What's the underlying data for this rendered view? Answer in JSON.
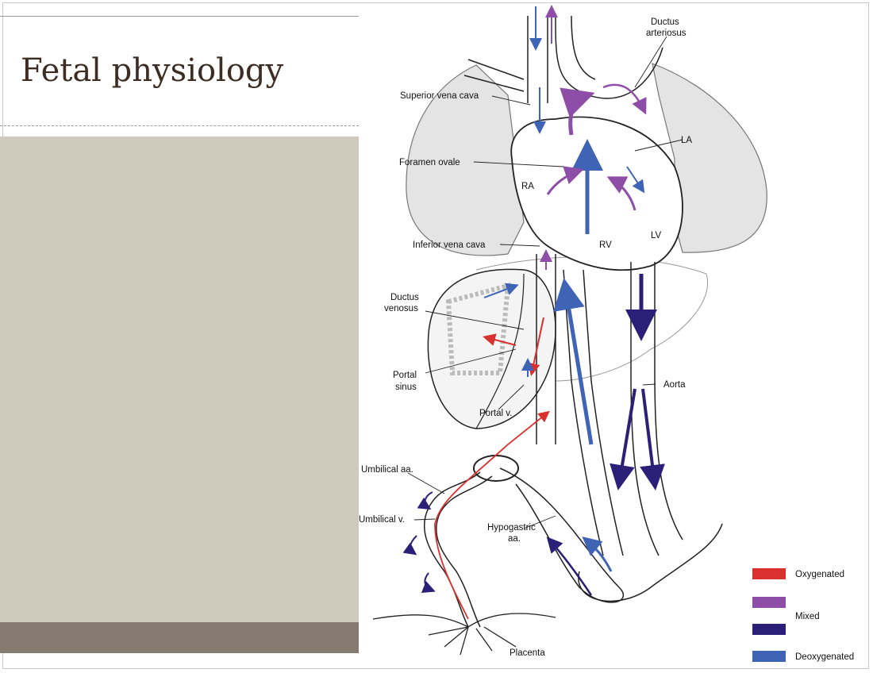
{
  "slide": {
    "title": "Fetal physiology"
  },
  "diagram": {
    "labels": {
      "ductus_arteriosus_1": "Ductus",
      "ductus_arteriosus_2": "arteriosus",
      "superior_vena_cava": "Superior vena cava",
      "la": "LA",
      "foramen_ovale": "Foramen ovale",
      "ra": "RA",
      "lv": "LV",
      "rv": "RV",
      "inferior_vena_cava": "Inferior vena cava",
      "ductus_venosus_1": "Ductus",
      "ductus_venosus_2": "venosus",
      "portal_sinus_1": "Portal",
      "portal_sinus_2": "sinus",
      "portal_v": "Portal v.",
      "aorta": "Aorta",
      "umbilical_aa": "Umbilical aa.",
      "umbilical_v": "Umbilical v.",
      "hypogastric_1": "Hypogastric",
      "hypogastric_2": "aa.",
      "placenta": "Placenta"
    }
  },
  "legend": {
    "oxygenated": "Oxygenated",
    "mixed": "Mixed",
    "deoxygenated": "Deoxygenated"
  },
  "colors": {
    "oxygenated": "#d9312e",
    "mixed": "#8e4ea8",
    "mixed_dark": "#2b1f78",
    "deoxygenated": "#3f63b5",
    "panel": "#cfcbbc",
    "bar": "#867b70",
    "title": "#3d2d22"
  }
}
